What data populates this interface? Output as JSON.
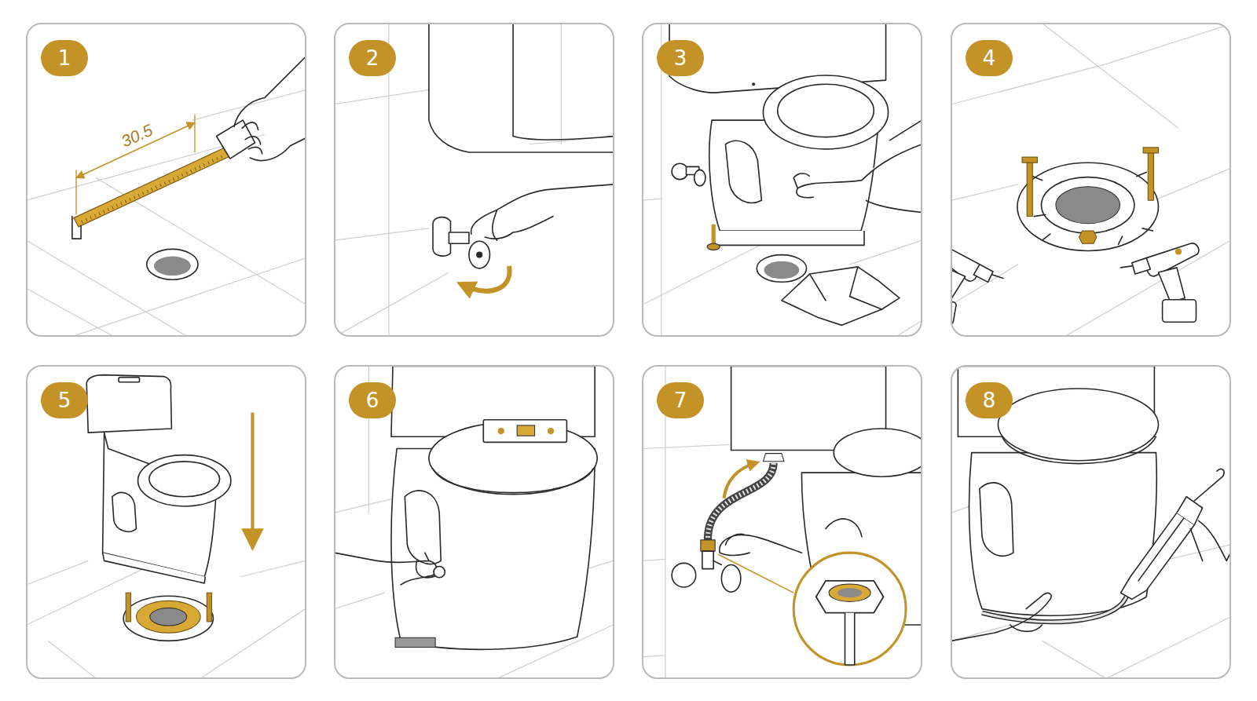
{
  "diagram": {
    "nodes": [
      {
        "text": [
          "1"
        ]
      },
      {
        "text": [
          "2"
        ]
      },
      {
        "text": [
          "3"
        ]
      },
      {
        "text": [
          "4"
        ]
      },
      {
        "text": [
          "5"
        ]
      },
      {
        "text": [
          "6"
        ]
      },
      {
        "text": [
          "7"
        ]
      },
      {
        "text": [
          "8"
        ]
      }
    ],
    "labels": [
      "30.5"
    ]
  }
}
